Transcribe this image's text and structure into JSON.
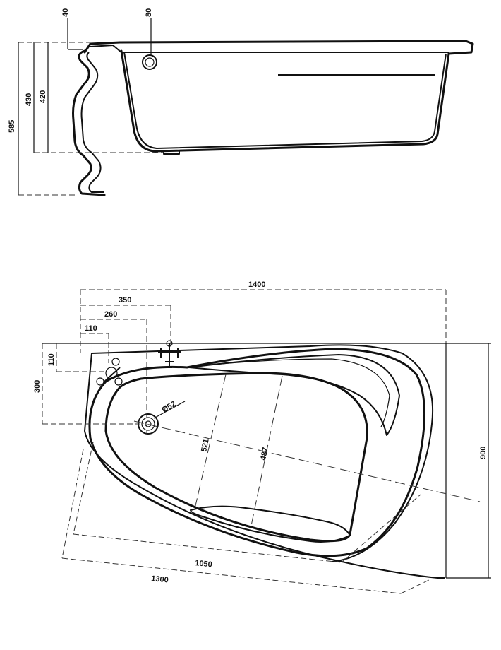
{
  "side_view": {
    "dims": {
      "rim_width": "40",
      "drain_dia": "80",
      "height_total": "585",
      "height_outer": "430",
      "height_inner": "420"
    }
  },
  "plan_view": {
    "dims": {
      "length": "1400",
      "width": "900",
      "drain_x": "350",
      "drain_y": "300",
      "mixer_x": "260",
      "tap_x": "110",
      "tap_y": "110",
      "drain_hole": "Ø52",
      "basin_length": "1050",
      "outer_length": "1300",
      "basin_depth_a": "521",
      "basin_depth_b": "487"
    }
  },
  "colors": {
    "line": "#111111",
    "background": "#ffffff"
  }
}
